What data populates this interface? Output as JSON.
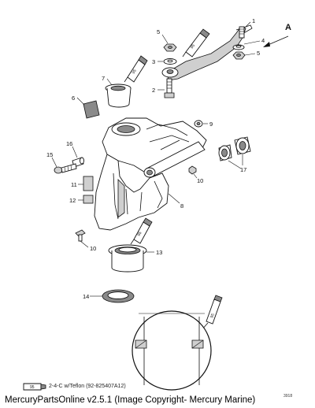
{
  "callouts": {
    "c1": "1",
    "c2": "2",
    "c3": "3",
    "c4": "4",
    "c5a": "5",
    "c5b": "5",
    "c6": "6",
    "c7": "7",
    "c8": "8",
    "c9": "9",
    "c10a": "10",
    "c10b": "10",
    "c11": "11",
    "c12": "12",
    "c13": "13",
    "c14": "14",
    "c15": "15",
    "c16": "16",
    "c17": "17"
  },
  "view_arrow_label": "A",
  "tube_label": "95",
  "legend": {
    "tube_label": "95",
    "text": "2-4-C w/Teflon (92-825407A12)"
  },
  "footer": "MercuryPartsOnline v2.5.1 (Image Copyright- Mercury Marine)",
  "diagram_id": "3918"
}
